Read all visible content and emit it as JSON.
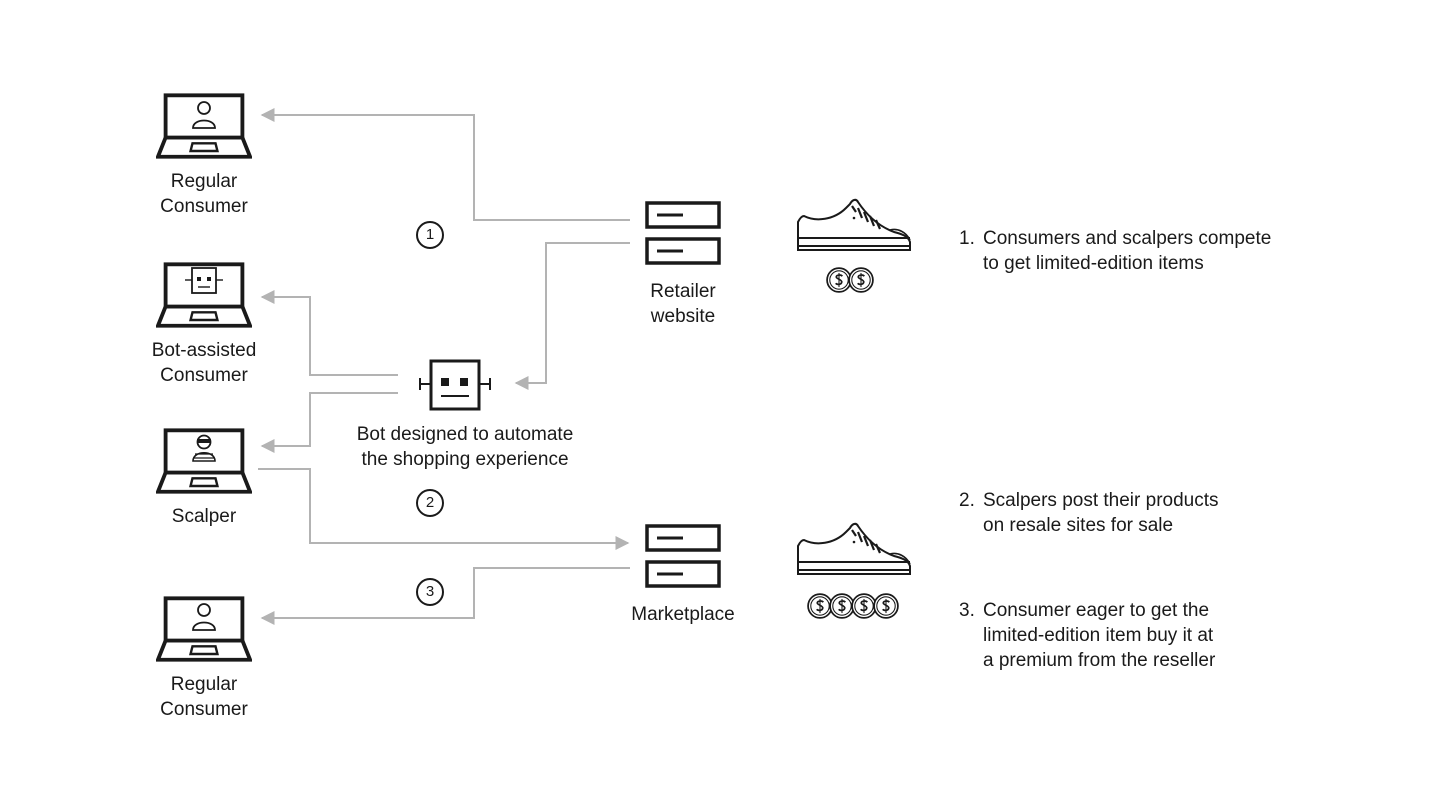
{
  "diagram": {
    "actors": {
      "regular_consumer_top": {
        "label_line1": "Regular",
        "label_line2": "Consumer",
        "icon": "laptop-person-icon"
      },
      "bot_assisted_consumer": {
        "label_line1": "Bot-assisted",
        "label_line2": "Consumer",
        "icon": "laptop-robot-icon"
      },
      "scalper": {
        "label_line1": "Scalper",
        "icon": "laptop-burglar-icon"
      },
      "regular_consumer_bottom": {
        "label_line1": "Regular",
        "label_line2": "Consumer",
        "icon": "laptop-person-icon"
      }
    },
    "bot": {
      "label_line1": "Bot designed to automate",
      "label_line2": "the shopping experience",
      "icon": "robot-icon"
    },
    "retailer": {
      "label_line1": "Retailer",
      "label_line2": "website",
      "icon": "server-icon",
      "coins": 2
    },
    "marketplace": {
      "label_line1": "Marketplace",
      "icon": "server-icon",
      "coins": 4
    },
    "steps": [
      {
        "badge": "1",
        "num": "1.",
        "line1": "Consumers and scalpers compete",
        "line2": "to get limited-edition items"
      },
      {
        "badge": "2",
        "num": "2.",
        "line1": "Scalpers post their products",
        "line2": "on resale sites for sale"
      },
      {
        "badge": "3",
        "num": "3.",
        "line1": "Consumer eager to get the",
        "line2": "limited-edition item buy it at",
        "line3": "a premium from the reseller"
      }
    ],
    "colors": {
      "arrow": "#b3b3b3",
      "ink": "#1a1a1a",
      "background": "#ffffff"
    }
  }
}
